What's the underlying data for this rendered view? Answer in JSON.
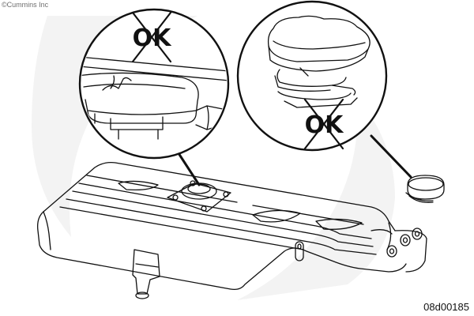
{
  "header": {
    "copyright": "©Cummins Inc"
  },
  "footer": {
    "figure_id": "08d00185"
  },
  "callouts": {
    "left": {
      "mark": "OK",
      "crossed_out": true,
      "icon": "crossed-out-ok-icon"
    },
    "right": {
      "mark": "OK",
      "crossed_out": true,
      "icon": "crossed-out-ok-icon"
    }
  },
  "watermark": {
    "icon": "cummins-logo-watermark"
  },
  "colors": {
    "line": "#111111",
    "background": "#ffffff",
    "watermark": "#f2f2f2"
  }
}
